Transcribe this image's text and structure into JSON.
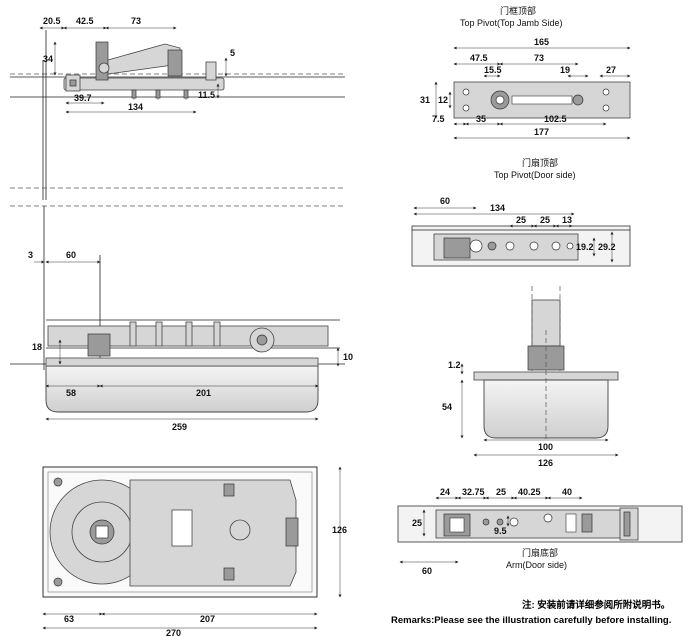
{
  "top_left": {
    "dims": [
      "20.5",
      "42.5",
      "73",
      "34",
      "5",
      "39.7",
      "134",
      "11.5"
    ]
  },
  "side_view": {
    "dims": [
      "3",
      "60",
      "18",
      "10",
      "58",
      "201",
      "259"
    ]
  },
  "plan_view": {
    "dims": [
      "126",
      "63",
      "207",
      "270"
    ]
  },
  "top_pivot_jamb": {
    "caption_cn": "门框顶部",
    "caption_en": "Top Pivot(Top Jamb Side)",
    "dims": [
      "165",
      "47.5",
      "73",
      "15.5",
      "19",
      "27",
      "31",
      "12",
      "7.5",
      "35",
      "102.5",
      "177"
    ]
  },
  "top_pivot_door": {
    "caption_cn": "门扇顶部",
    "caption_en": "Top Pivot(Door side)",
    "dims": [
      "60",
      "134",
      "25",
      "25",
      "13",
      "19.2",
      "29.2"
    ]
  },
  "end_view": {
    "dims": [
      "1.2",
      "54",
      "100",
      "126"
    ]
  },
  "arm": {
    "caption_cn": "门扇底部",
    "caption_en": "Arm(Door side)",
    "dims": [
      "24",
      "32.75",
      "25",
      "40.25",
      "40",
      "25",
      "9.5",
      "60"
    ]
  },
  "remarks": {
    "cn": "注:  安装前请详细参阅所附说明书。",
    "en": "Remarks:Please see the illustration carefully before installing."
  },
  "colors": {
    "line": "#222222",
    "body_fill": "#ececec",
    "metal_fill": "#d6d6d6"
  }
}
